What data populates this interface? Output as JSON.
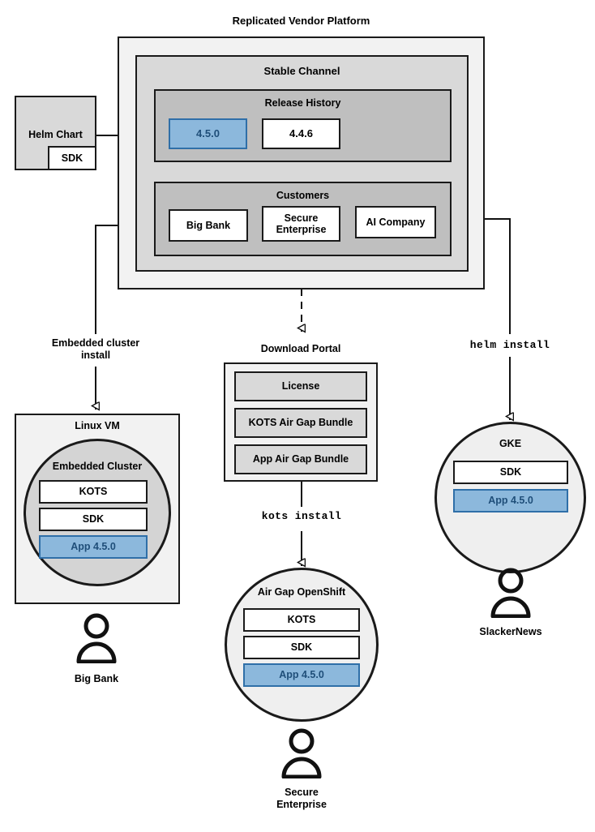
{
  "diagram": {
    "title": "Replicated Vendor Platform",
    "platform": {
      "stable_channel_label": "Stable Channel",
      "release_history": {
        "label": "Release History",
        "releases": [
          {
            "version": "4.5.0",
            "highlighted": true
          },
          {
            "version": "4.4.6",
            "highlighted": false
          }
        ]
      },
      "customers": {
        "label": "Customers",
        "items": [
          {
            "name": "Big Bank"
          },
          {
            "name": "Secure\nEnterprise",
            "line1": "Secure",
            "line2": "Enterprise"
          },
          {
            "name": "AI Company"
          }
        ]
      }
    },
    "helm_chart": {
      "label": "Helm Chart",
      "sdk_label": "SDK"
    },
    "flows": [
      {
        "label": "Embedded cluster install",
        "line1": "Embedded cluster",
        "line2": "install",
        "mono": false
      },
      {
        "label": "kots install",
        "mono": true
      },
      {
        "label": "helm install",
        "mono": true
      }
    ],
    "download_portal": {
      "label": "Download Portal",
      "artifacts": [
        "License",
        "KOTS Air Gap Bundle",
        "App Air Gap Bundle"
      ]
    },
    "linux_vm": {
      "label": "Linux VM",
      "embedded_cluster_label": "Embedded Cluster",
      "components": [
        {
          "label": "KOTS",
          "highlighted": false
        },
        {
          "label": "SDK",
          "highlighted": false
        },
        {
          "label": "App 4.5.0",
          "highlighted": true
        }
      ],
      "customer": "Big Bank"
    },
    "airgap_openshift": {
      "label": "Air Gap OpenShift",
      "components": [
        {
          "label": "KOTS",
          "highlighted": false
        },
        {
          "label": "SDK",
          "highlighted": false
        },
        {
          "label": "App 4.5.0",
          "highlighted": true
        }
      ],
      "customer_line1": "Secure",
      "customer_line2": "Enterprise"
    },
    "gke": {
      "label": "GKE",
      "components": [
        {
          "label": "SDK",
          "highlighted": false
        },
        {
          "label": "App 4.5.0",
          "highlighted": true
        }
      ],
      "customer": "SlackerNews"
    }
  },
  "colors": {
    "stroke": "#1a1a1a",
    "accent_fill": "#8cb8dc",
    "accent_border": "#2f6fa8",
    "accent_text": "#1f4e79",
    "panel_outer": "#f2f2f2",
    "panel_mid": "#d9d9d9",
    "panel_inner": "#bfbfbf"
  }
}
